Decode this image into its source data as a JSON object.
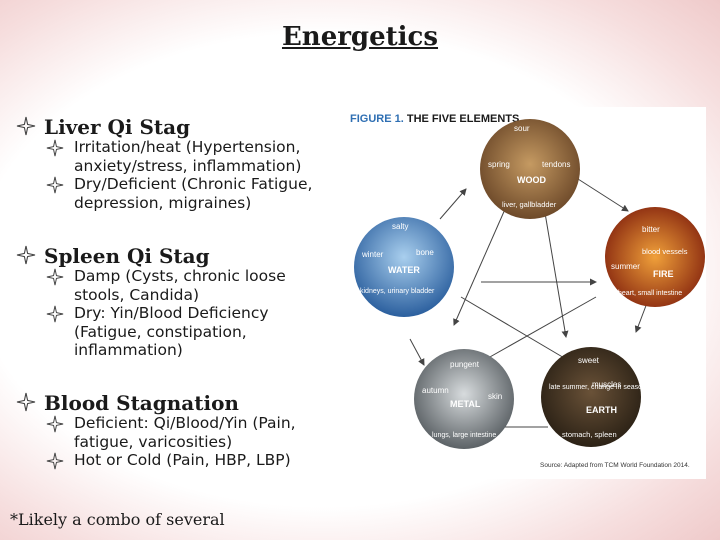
{
  "title": "Energetics",
  "bullets": [
    {
      "label": "Liver Qi Stag",
      "subs": [
        "Irritation/heat (Hypertension, anxiety/stress, inflammation)",
        "Dry/Deficient (Chronic Fatigue, depression, migraines)"
      ]
    },
    {
      "label": "Spleen Qi Stag",
      "subs": [
        "Damp (Cysts, chronic loose stools, Candida)",
        "Dry: Yin/Blood Deficiency (Fatigue, constipation, inflammation)"
      ]
    },
    {
      "label": "Blood Stagnation",
      "subs": [
        "Deficient: Qi/Blood/Yin (Pain, fatigue, varicosities)",
        "Hot or Cold (Pain, HBP, LBP)"
      ]
    }
  ],
  "footnote": "*Likely a combo of several",
  "figure": {
    "title_prefix": "FIGURE 1.",
    "title_rest": "THE FIVE ELEMENTS",
    "source": "Source: Adapted from TCM World Foundation 2014.",
    "elements": {
      "wood": {
        "name": "WOOD",
        "taste": "sour",
        "season": "spring",
        "tissue": "tendons",
        "organs": "liver, gallbladder",
        "color": "#9a6a3a"
      },
      "fire": {
        "name": "FIRE",
        "taste": "bitter",
        "season": "summer",
        "tissue": "blood vessels",
        "organs": "heart, small intestine",
        "color": "#c4531c"
      },
      "earth": {
        "name": "EARTH",
        "taste": "sweet",
        "season": "late summer, change in season",
        "tissue": "muscles",
        "organs": "stomach, spleen",
        "color": "#4a3a26"
      },
      "metal": {
        "name": "METAL",
        "taste": "pungent",
        "season": "autumn",
        "tissue": "skin",
        "organs": "lungs, large intestine",
        "color": "#8e9499"
      },
      "water": {
        "name": "WATER",
        "taste": "salty",
        "season": "winter",
        "tissue": "bone",
        "organs": "kidneys, urinary bladder",
        "color": "#3f78b8"
      }
    }
  }
}
